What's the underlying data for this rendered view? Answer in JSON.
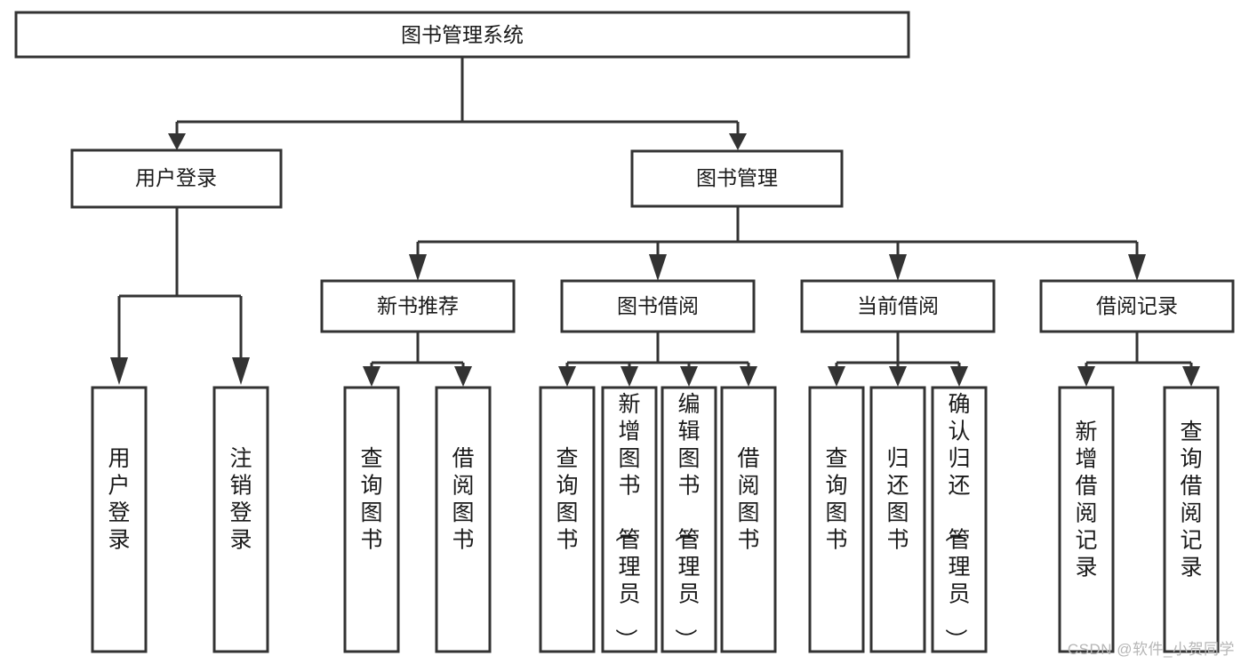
{
  "diagram": {
    "title": "图书管理系统",
    "type": "tree-hierarchy-diagram",
    "colors": {
      "box_stroke": "#333333",
      "box_fill": "#ffffff",
      "text": "#1a1a1a",
      "background": "#ffffff",
      "watermark": "#b6b6b6"
    },
    "levels": {
      "root": {
        "label": "图书管理系统"
      },
      "level2": [
        {
          "label": "用户登录"
        },
        {
          "label": "图书管理"
        }
      ],
      "level3": [
        {
          "label": "新书推荐"
        },
        {
          "label": "图书借阅"
        },
        {
          "label": "当前借阅"
        },
        {
          "label": "借阅记录"
        }
      ],
      "leaves": {
        "user_login": [
          {
            "label": "用户登录"
          },
          {
            "label": "注销登录"
          }
        ],
        "new_book_recommend": [
          {
            "label": "查询图书"
          },
          {
            "label": "借阅图书"
          }
        ],
        "book_borrow": [
          {
            "label": "查询图书"
          },
          {
            "label": "新增图书（管理员）"
          },
          {
            "label": "编辑图书（管理员）"
          },
          {
            "label": "借阅图书"
          }
        ],
        "current_borrow": [
          {
            "label": "查询图书"
          },
          {
            "label": "归还图书"
          },
          {
            "label": "确认归还（管理员）"
          }
        ],
        "borrow_record": [
          {
            "label": "新增借阅记录"
          },
          {
            "label": "查询借阅记录"
          }
        ]
      }
    }
  },
  "watermark": {
    "text": "CSDN @软件_小贺同学"
  }
}
